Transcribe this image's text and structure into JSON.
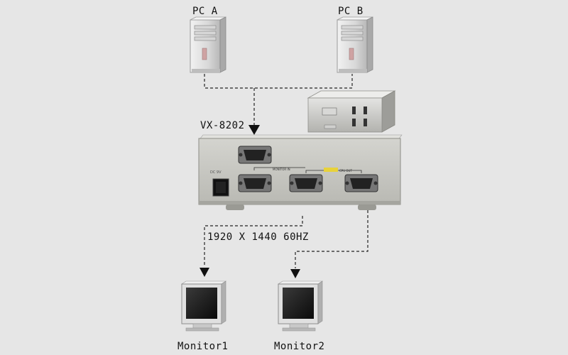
{
  "labels": {
    "pc_a": "PC A",
    "pc_b": "PC B",
    "model": "VX-8202",
    "resolution": "1920 X 1440 60HZ",
    "monitor1": "Monitor1",
    "monitor2": "Monitor2"
  },
  "panel_labels": {
    "dc": "DC 9V",
    "monitor_in": "MONITOR IN",
    "pc_out": "CPU OUT"
  },
  "colors": {
    "background": "#e6e6e6",
    "device_body": "#c9c9c4",
    "connector": "#555555",
    "arrow": "#111111",
    "pc_label_tag": "#e8d23a"
  }
}
